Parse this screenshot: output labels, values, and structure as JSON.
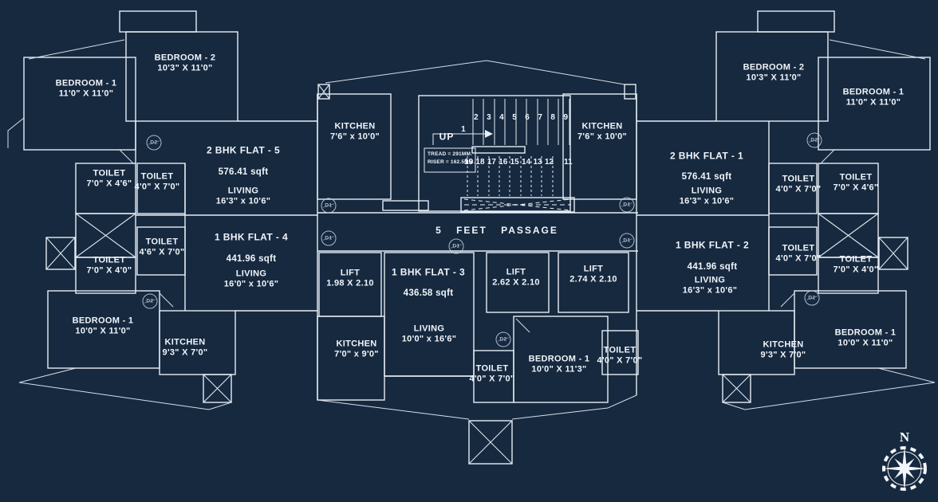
{
  "palette": {
    "background": "#16293f",
    "line": "#e7eef6",
    "text": "#f1f5fa"
  },
  "compass": {
    "label": "N"
  },
  "passage": {
    "label": "5 FEET PASSAGE"
  },
  "stairs": {
    "up_label": "UP",
    "first_step": "1",
    "upper_steps": [
      "2",
      "3",
      "4",
      "5",
      "6",
      "7",
      "8",
      "9"
    ],
    "lower_steps": [
      "19",
      "18",
      "17",
      "16",
      "15",
      "14",
      "13",
      "12"
    ],
    "last_step": "11",
    "note_line1": "TREAD = 291MM.",
    "note_line2": "RISER = 162.5MM."
  },
  "door_tags": {
    "d1": "D1",
    "d2": "D2"
  },
  "flats": [
    {
      "name": "2 BHK FLAT - 5",
      "area": "576.41 sqft"
    },
    {
      "name": "1 BHK FLAT - 4",
      "area": "441.96 sqft"
    },
    {
      "name": "1 BHK FLAT - 3",
      "area": "436.58 sqft"
    },
    {
      "name": "2 BHK FLAT - 1",
      "area": "576.41 sqft"
    },
    {
      "name": "1 BHK FLAT - 2",
      "area": "441.96 sqft"
    }
  ],
  "rooms": [
    {
      "name": "BEDROOM - 1",
      "dims": "11'0\" X 11'0\""
    },
    {
      "name": "BEDROOM - 2",
      "dims": "10'3\" X 11'0\""
    },
    {
      "name": "KITCHEN",
      "dims": "7'6\" x 10'0\""
    },
    {
      "name": "TOILET",
      "dims": "7'0\" X 4'6\""
    },
    {
      "name": "TOILET",
      "dims": "4'0\" X 7'0\""
    },
    {
      "name": "TOILET",
      "dims": "7'0\" X 4'0\""
    },
    {
      "name": "TOILET",
      "dims": "4'6\" X 7'0\""
    },
    {
      "name": "BEDROOM - 1",
      "dims": "10'0\" X 11'0\""
    },
    {
      "name": "KITCHEN",
      "dims": "9'3\" X 7'0\""
    },
    {
      "name": "LIVING",
      "dims": "16'3\" x 10'6\""
    },
    {
      "name": "LIVING",
      "dims": "16'0\" x 10'6\""
    },
    {
      "name": "LIFT",
      "dims": "1.98 X 2.10"
    },
    {
      "name": "LIFT",
      "dims": "2.62 X 2.10"
    },
    {
      "name": "LIFT",
      "dims": "2.74 X 2.10"
    },
    {
      "name": "LIVING",
      "dims": "10'0\" x 16'6\""
    },
    {
      "name": "KITCHEN",
      "dims": "7'0\" x 9'0\""
    },
    {
      "name": "TOILET",
      "dims": "4'0\" X 7'0\""
    },
    {
      "name": "BEDROOM - 1",
      "dims": "10'0\" X 11'3\""
    },
    {
      "name": "TOILET",
      "dims": "4'0\" X 7'0\""
    },
    {
      "name": "KITCHEN",
      "dims": "7'6\" x 10'0\""
    },
    {
      "name": "BEDROOM - 2",
      "dims": "10'3\" X 11'0\""
    },
    {
      "name": "BEDROOM - 1",
      "dims": "11'0\" X 11'0\""
    },
    {
      "name": "TOILET",
      "dims": "4'0\" X 7'0\""
    },
    {
      "name": "TOILET",
      "dims": "7'0\" X 4'6\""
    },
    {
      "name": "TOILET",
      "dims": "4'0\" X 7'0\""
    },
    {
      "name": "TOILET",
      "dims": "7'0\" X 4'0\""
    },
    {
      "name": "BEDROOM - 1",
      "dims": "10'0\" X 11'0\""
    },
    {
      "name": "KITCHEN",
      "dims": "9'3\" X 7'0\""
    },
    {
      "name": "LIVING",
      "dims": "16'3\" x 10'6\""
    },
    {
      "name": "LIVING",
      "dims": "16'3\" x 10'6\""
    }
  ]
}
